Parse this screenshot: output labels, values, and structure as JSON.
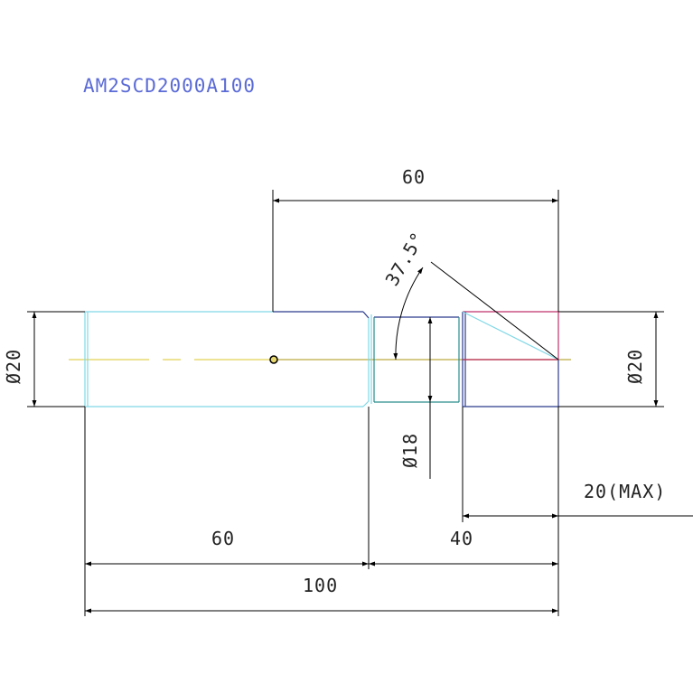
{
  "drawing": {
    "part_code": "AM2SCD2000A100",
    "dimensions": {
      "top_length": "60",
      "angle": "37.5°",
      "left_diameter": "Ø20",
      "right_diameter": "Ø20",
      "neck_diameter": "Ø18",
      "max_length": "20(MAX)",
      "lower_left_length": "60",
      "lower_right_length": "40",
      "overall_length": "100"
    },
    "colors": {
      "part_code": "#5b6bd6",
      "cyan_outline": "#7fd8e6",
      "dark_blue_outline": "#2a3a8c",
      "magenta_outline": "#c0306a",
      "centerline": "#e8d870",
      "dimension_line": "#000000"
    }
  }
}
